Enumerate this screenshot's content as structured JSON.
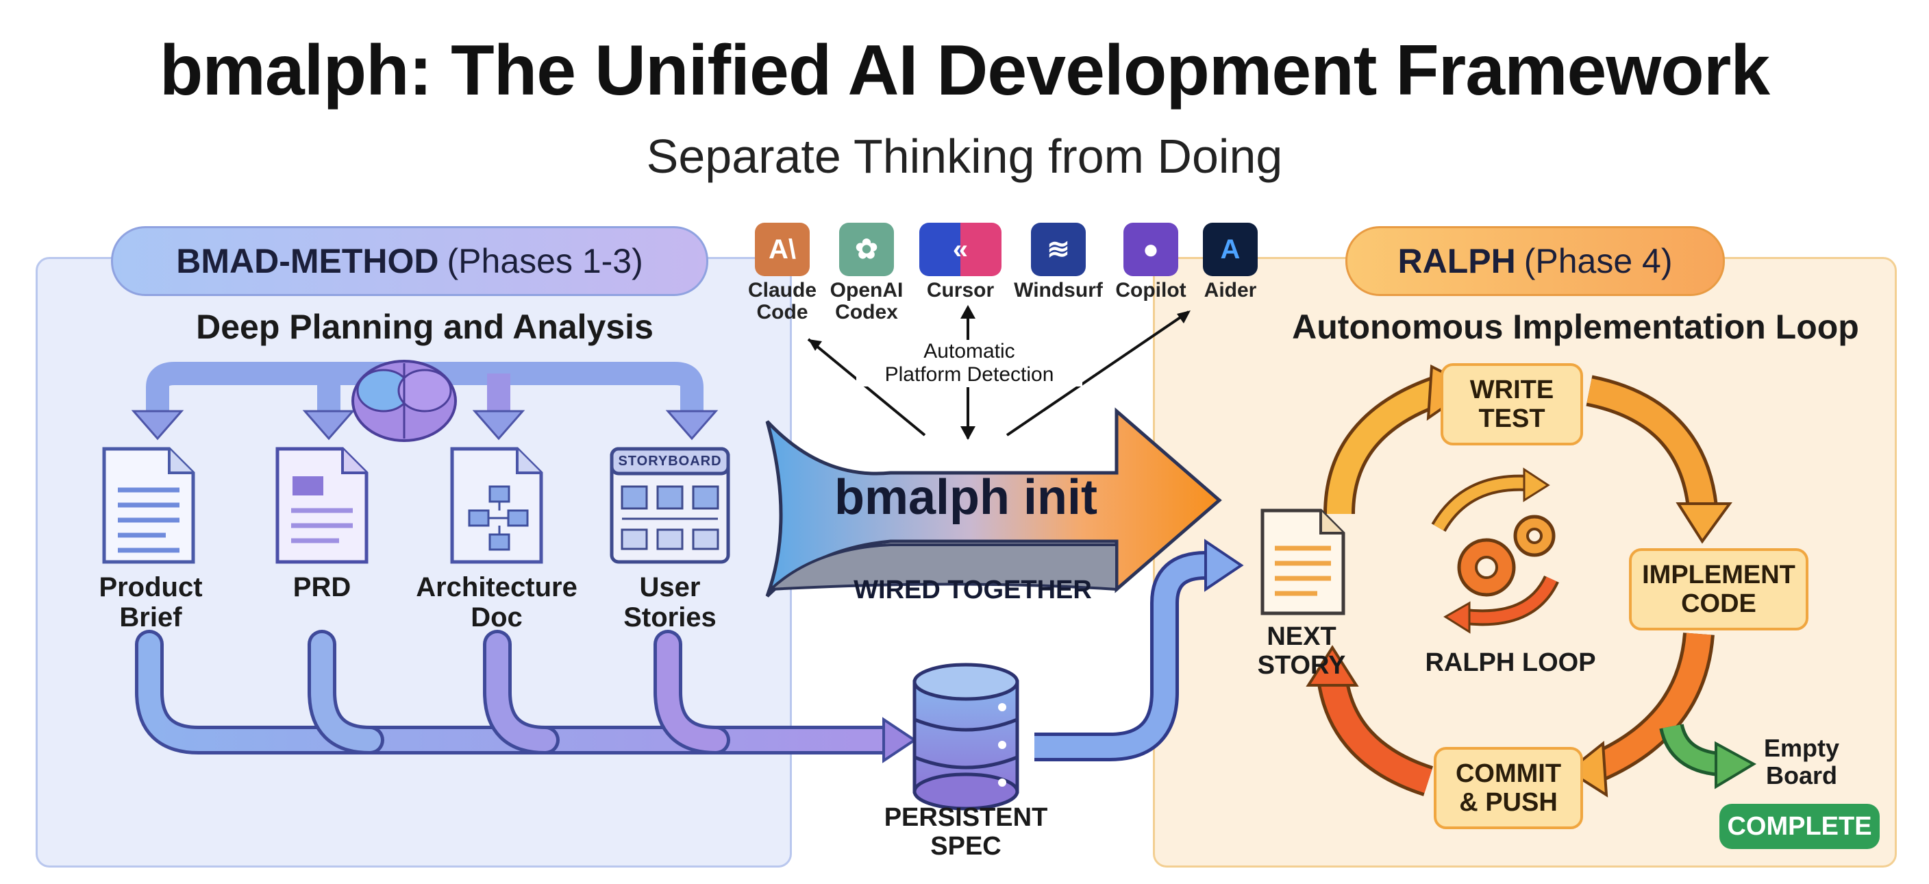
{
  "title": "bmalph: The Unified AI Development Framework",
  "subtitle": "Separate Thinking from Doing",
  "left": {
    "pill_bold": "BMAD-METHOD",
    "pill_rest": "(Phases 1-3)",
    "heading": "Deep Planning and Analysis",
    "docs": [
      {
        "label1": "Product",
        "label2": "Brief",
        "icon": "document-icon"
      },
      {
        "label1": "PRD",
        "label2": "",
        "icon": "prd-icon"
      },
      {
        "label1": "Architecture",
        "label2": "Doc",
        "icon": "flowchart-document-icon"
      },
      {
        "label1": "User",
        "label2": "Stories",
        "icon": "storyboard-icon"
      }
    ],
    "storyboard_text": "STORYBOARD"
  },
  "center": {
    "platforms": [
      {
        "line1": "Claude",
        "line2": "Code",
        "glyph": "A\\",
        "color": "#d17a45"
      },
      {
        "line1": "OpenAI",
        "line2": "Codex",
        "glyph": "✿",
        "color": "#6aa991"
      },
      {
        "line1": "Cursor",
        "line2": "",
        "glyph": "«",
        "color": "#2f4dc9"
      },
      {
        "line1": "Windsurf",
        "line2": "",
        "glyph": "≋",
        "color": "#263f96"
      },
      {
        "line1": "Copilot",
        "line2": "",
        "glyph": "●",
        "color": "#6c46c2"
      },
      {
        "line1": "Aider",
        "line2": "",
        "glyph": "A",
        "color": "#0d1e3d"
      }
    ],
    "detection_line1": "Automatic",
    "detection_line2": "Platform Detection",
    "arrow_label": "bmalph init",
    "wired_label": "WIRED TOGETHER",
    "spec_line1": "PERSISTENT",
    "spec_line2": "SPEC"
  },
  "right": {
    "pill_bold": "RALPH",
    "pill_rest": "(Phase 4)",
    "heading": "Autonomous Implementation Loop",
    "steps": {
      "write_test": [
        "WRITE",
        "TEST"
      ],
      "implement": [
        "IMPLEMENT",
        "CODE"
      ],
      "commit": [
        "COMMIT",
        "& PUSH"
      ]
    },
    "next_story": [
      "NEXT",
      "STORY"
    ],
    "loop_label": "RALPH LOOP",
    "empty_board": [
      "Empty",
      "Board"
    ],
    "complete": "COMPLETE"
  },
  "colors": {
    "blue_accent": "#7fa4ec",
    "purple_accent": "#9b8ae6",
    "orange_accent": "#f79a3a",
    "green_accent": "#2f9e56"
  }
}
